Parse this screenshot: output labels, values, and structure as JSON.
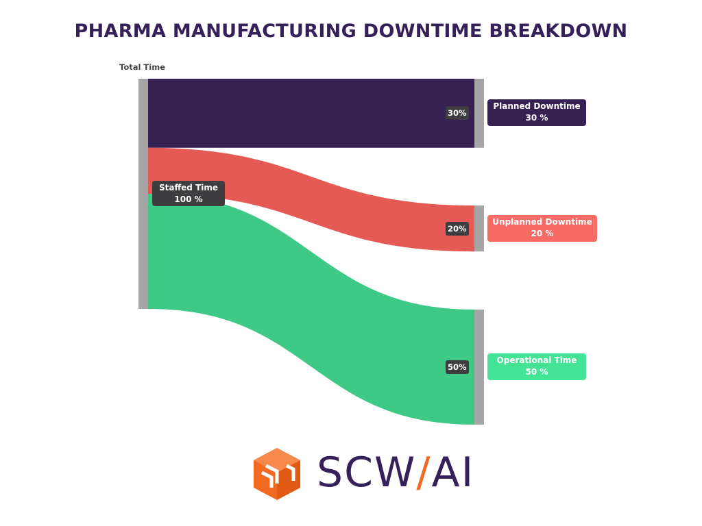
{
  "title": "PHARMA MANUFACTURING DOWNTIME BREAKDOWN",
  "total_label": "Total Time",
  "source": {
    "name": "Staffed Time",
    "value_label": "100 %"
  },
  "flows": [
    {
      "name": "Planned Downtime",
      "percent": 30,
      "link_label": "30%",
      "value_label": "30 %",
      "color": "#372153",
      "box_color": "#372153"
    },
    {
      "name": "Unplanned Downtime",
      "percent": 20,
      "link_label": "20%",
      "value_label": "20 %",
      "color": "#e55a55",
      "box_color": "#f86b64"
    },
    {
      "name": "Operational Time",
      "percent": 50,
      "link_label": "50%",
      "value_label": "50 %",
      "color": "#3fc986",
      "box_color": "#45e396"
    }
  ],
  "node_color": "#a6a6a6",
  "logo": {
    "brand": "SCW",
    "slash": "/",
    "suffix": "AI",
    "brand_color": "#35215a",
    "accent_color": "#f26a21"
  }
}
